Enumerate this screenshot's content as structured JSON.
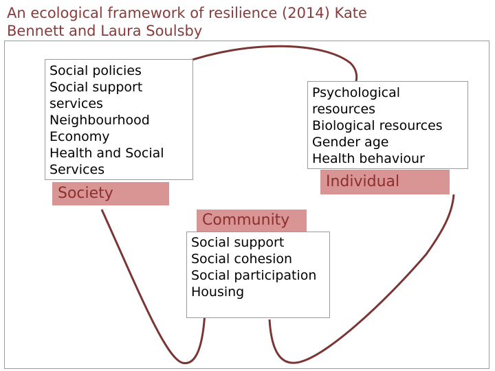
{
  "title": {
    "line1": "An ecological framework of resilience (2014) Kate",
    "line2": "Bennett and Laura Soulsby"
  },
  "society": {
    "label": "Society",
    "items": [
      "Social policies",
      "Social support",
      "services",
      "Neighbourhood",
      "Economy",
      "Health and Social",
      "Services"
    ]
  },
  "individual": {
    "label": "Individual",
    "items": [
      "Psychological",
      "resources",
      "Biological resources",
      "Gender age",
      "Health behaviour"
    ]
  },
  "community": {
    "label": "Community",
    "items": [
      "Social support",
      "Social cohesion",
      "Social participation",
      "Housing"
    ]
  },
  "colors": {
    "title": "#8b3a3a",
    "curve": "#7a3535",
    "label_bg": "#d99594",
    "label_text": "#8b2f2f"
  }
}
